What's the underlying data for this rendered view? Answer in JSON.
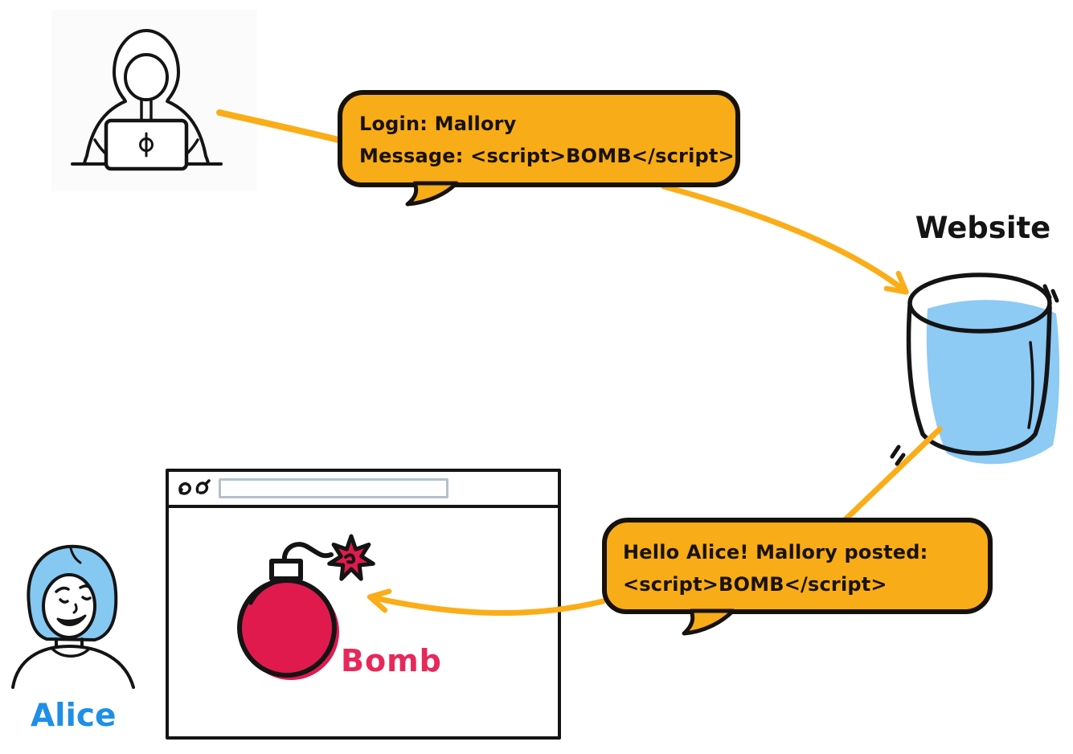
{
  "scene": {
    "attacker": {
      "bubble": {
        "line1": "Login: Mallory",
        "line2": "Message: <script>BOMB</script>"
      },
      "icon": "hooded-hacker-at-laptop"
    },
    "website": {
      "label": "Website",
      "icon": "blue-database-cylinder"
    },
    "response": {
      "bubble": {
        "line1": "Hello Alice! Mallory posted:",
        "line2": "<script>BOMB</script>"
      }
    },
    "browser": {
      "content_label": "Bomb",
      "icon": "bomb-with-lit-fuse"
    },
    "victim": {
      "label": "Alice",
      "icon": "woman-with-blue-bob-hair"
    },
    "colors": {
      "bubble_fill": "#F8AC17",
      "arrow": "#FBAD18",
      "database_fill": "#8DCAF4",
      "hair_fill": "#85C8F2",
      "bomb_fill": "#E11A4D",
      "bomb_label": "#E8285A",
      "alice_label": "#1D8FE8",
      "outline": "#141414",
      "address_bar_border": "#B5C0CB"
    }
  }
}
